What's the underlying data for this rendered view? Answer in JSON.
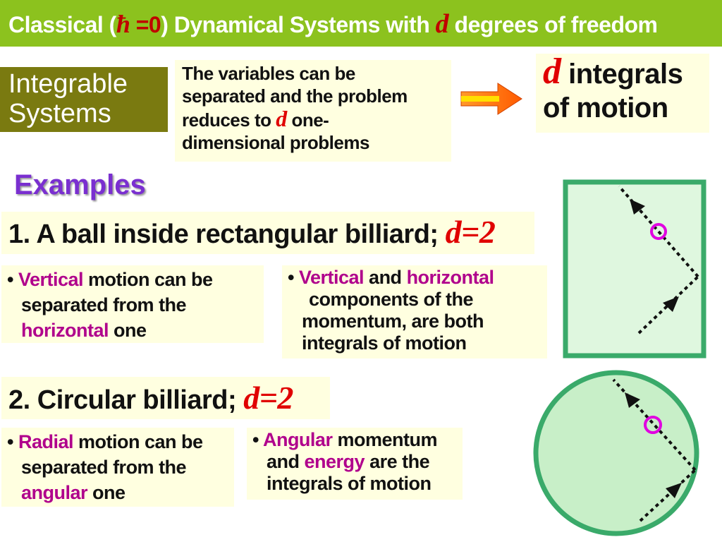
{
  "title": {
    "part1": "Classical (",
    "hbar": "ħ",
    "equals_zero": " =0",
    "part2": ") Dynamical Systems with ",
    "d": "d",
    "part3": " degrees of freedom"
  },
  "integrable": {
    "line1": "Integrable",
    "line2": "Systems"
  },
  "description": {
    "line1": "The variables can be",
    "line2": "separated and the problem",
    "line3_pre": "reduces to ",
    "d": "d",
    "line3_post": " one-",
    "line4": "dimensional problems"
  },
  "result": {
    "d": "d",
    "text1": " integrals",
    "text2": "of motion"
  },
  "examples_heading": "Examples",
  "example1": {
    "heading": "1. A ball inside rectangular billiard; ",
    "d_eq": "d=2",
    "bullet1": {
      "bullet": "•",
      "highlight1": "Vertical",
      "text1": " motion can be",
      "text2": "separated from the",
      "highlight2": "horizontal",
      "text3": " one"
    },
    "bullet2": {
      "bullet": "•",
      "highlight1": "Vertical",
      "text1": " and ",
      "highlight2": "horizontal",
      "text2": "components of the",
      "text3": "momentum, are both",
      "text4": "integrals of motion"
    }
  },
  "example2": {
    "heading": "2. Circular billiard; ",
    "d_eq": "d=2",
    "bullet1": {
      "bullet": "•",
      "highlight1": "Radial",
      "text1": " motion can be",
      "text2": "separated from the",
      "highlight2": "angular",
      "text3": " one"
    },
    "bullet2": {
      "bullet": "•",
      "highlight1": "Angular",
      "text1": " momentum",
      "text2a": "and ",
      "highlight2": "energy",
      "text2b": " are the",
      "text3": "integrals of motion"
    }
  },
  "colors": {
    "title_bar": "#8cc21e",
    "integrable_box": "#7a7a10",
    "highlight": "#b0008c",
    "accent_red": "#e00000",
    "examples": "#7a2fd0",
    "arrow": "#ff6600",
    "billiard_green": "#3aaa6a",
    "billiard_fill": "#dff7df",
    "ball": "#e000e0"
  },
  "icons": {
    "implies_arrow": "right-arrow-icon",
    "rect_billiard": "rectangular-billiard-diagram",
    "circ_billiard": "circular-billiard-diagram"
  }
}
